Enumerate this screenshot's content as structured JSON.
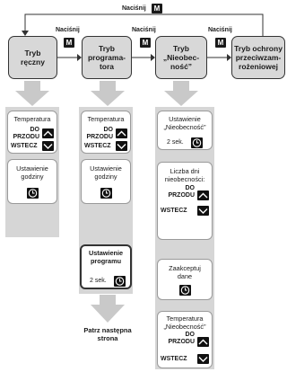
{
  "top_label": "Naciśnij",
  "key_label": "M",
  "press_label": "Naciśnij",
  "modes": [
    {
      "line1": "Tryb",
      "line2": "ręczny",
      "line3": ""
    },
    {
      "line1": "Tryb",
      "line2": "programa-",
      "line3": "tora"
    },
    {
      "line1": "Tryb",
      "line2": "„Nieobec-",
      "line3": "ność”"
    },
    {
      "line1": "Tryb ochrony",
      "line2": "przeciwzam-",
      "line3": "rożeniowej"
    }
  ],
  "manual": {
    "temp_title": "Temperatura",
    "forward": "DO PRZODU",
    "back": "WSTECZ",
    "time_title": "Ustawienie godziny"
  },
  "program": {
    "temp_title": "Temperatura",
    "forward": "DO PRZODU",
    "back": "WSTECZ",
    "time_title": "Ustawienie godziny",
    "prog_title": "Ustawienie programu",
    "prog_time": "2 sek.",
    "next_page": "Patrz następna strona"
  },
  "absence": {
    "set_title": "Ustawienie „Nieobecność”",
    "set_time": "2 sek.",
    "days_title": "Liczba dni nieobecności:",
    "forward": "DO PRZODU",
    "back": "WSTECZ",
    "accept": "Zaakceptuj dane",
    "temp_title": "Temperatura „Nieobecność”"
  }
}
